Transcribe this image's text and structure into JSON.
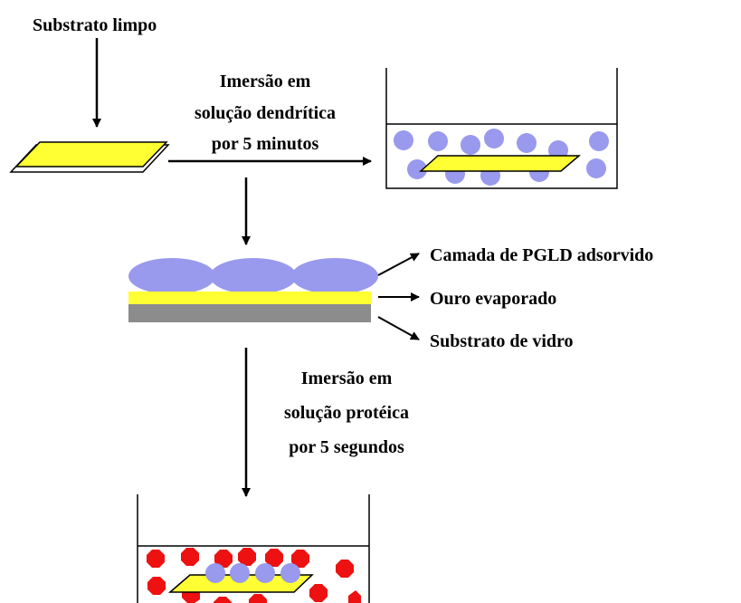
{
  "labels": {
    "clean_substrate": "Substrato limpo",
    "step1_line1": "Imersão em",
    "step1_line2": "solução dendrítica",
    "step1_line3": "por 5 minutos",
    "layer_pgld": "Camada de PGLD adsorvido",
    "layer_gold": "Ouro evaporado",
    "layer_glass": "Substrato de vidro",
    "step2_line1": "Imersão em",
    "step2_line2": "solução protéica",
    "step2_line3": "por 5 segundos"
  },
  "colors": {
    "gold": "#ffff33",
    "glass": "#8c8c8c",
    "dendrimer": "#9999ee",
    "protein": "#ee1111",
    "line": "#000000"
  }
}
